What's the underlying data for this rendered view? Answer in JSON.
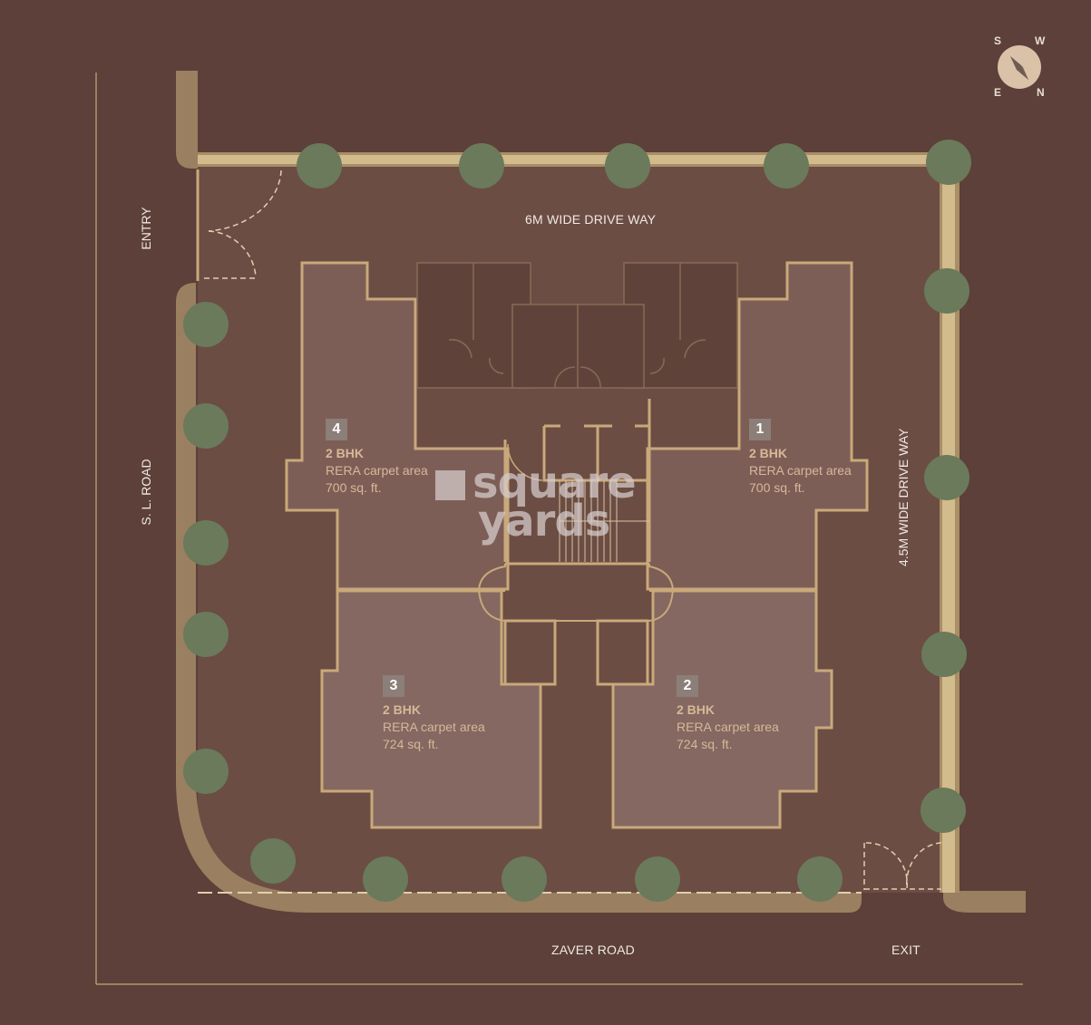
{
  "colors": {
    "background": "#5c4039",
    "site_interior": "#6b4d44",
    "unit_fill": "#7d5e57",
    "unit_fill_lower": "#846861",
    "service_core": "#5f433b",
    "wall": "#c9a97a",
    "road_band": "#9a8060",
    "tree": "#6a7a5a",
    "label_text": "#f1e8e2",
    "unit_text": "#d7b898",
    "badge_bg": "#8c7e78",
    "compass_disc": "#d9c2a8"
  },
  "compass": {
    "icon": "compass-rose-icon",
    "letters": {
      "top_left": "S",
      "top_right": "W",
      "bottom_left": "E",
      "bottom_right": "N"
    }
  },
  "labels": {
    "top_driveway": "6M WIDE DRIVE WAY",
    "right_driveway": "4.5M WIDE DRIVE WAY",
    "left_road": "S. L. ROAD",
    "bottom_road": "ZAVER ROAD",
    "entry": "ENTRY",
    "exit": "EXIT"
  },
  "units": [
    {
      "number": "1",
      "type": "2 BHK",
      "area_label": "RERA carpet area",
      "area": "700 sq. ft."
    },
    {
      "number": "2",
      "type": "2 BHK",
      "area_label": "RERA carpet area",
      "area": "724 sq. ft."
    },
    {
      "number": "3",
      "type": "2 BHK",
      "area_label": "RERA carpet area",
      "area": "724 sq. ft."
    },
    {
      "number": "4",
      "type": "2 BHK",
      "area_label": "RERA carpet area",
      "area": "700 sq. ft."
    }
  ],
  "watermark": {
    "line1": "square",
    "line2": "yards"
  }
}
